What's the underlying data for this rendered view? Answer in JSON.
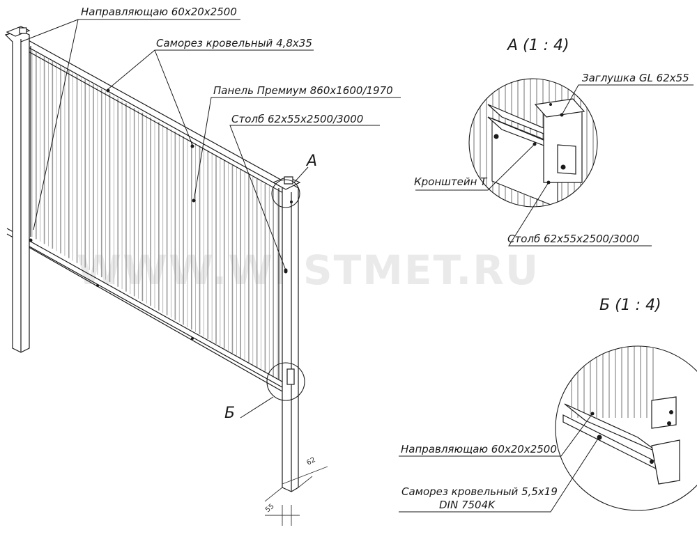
{
  "labels": {
    "guide_top": "Направляющаю 60х20х2500",
    "screw_top": "Саморез кровельный 4,8х35",
    "panel": "Панель Премиум 860х1600/1970",
    "post": "Столб 62х55х2500/3000",
    "callout_a": "А",
    "callout_b": "Б"
  },
  "detail_a": {
    "title": "А  (1 : 4)",
    "cap": "Заглушка GL 62х55",
    "bracket": "Кронштейн Т",
    "post": "Столб 62х55х2500/3000"
  },
  "detail_b": {
    "title": "Б  (1 : 4)",
    "guide": "Направляющаю 60х20х2500",
    "screw_line1": "Саморез кровельный 5,5х19",
    "screw_line2": "DIN 7504K"
  },
  "dimensions": {
    "width": "62",
    "depth": "55"
  },
  "watermark": "WWW.WESTMET.RU",
  "colors": {
    "line": "#1a1a1a",
    "panel_stripe": "#9a9a9a",
    "watermark": "#d9d9d9"
  }
}
